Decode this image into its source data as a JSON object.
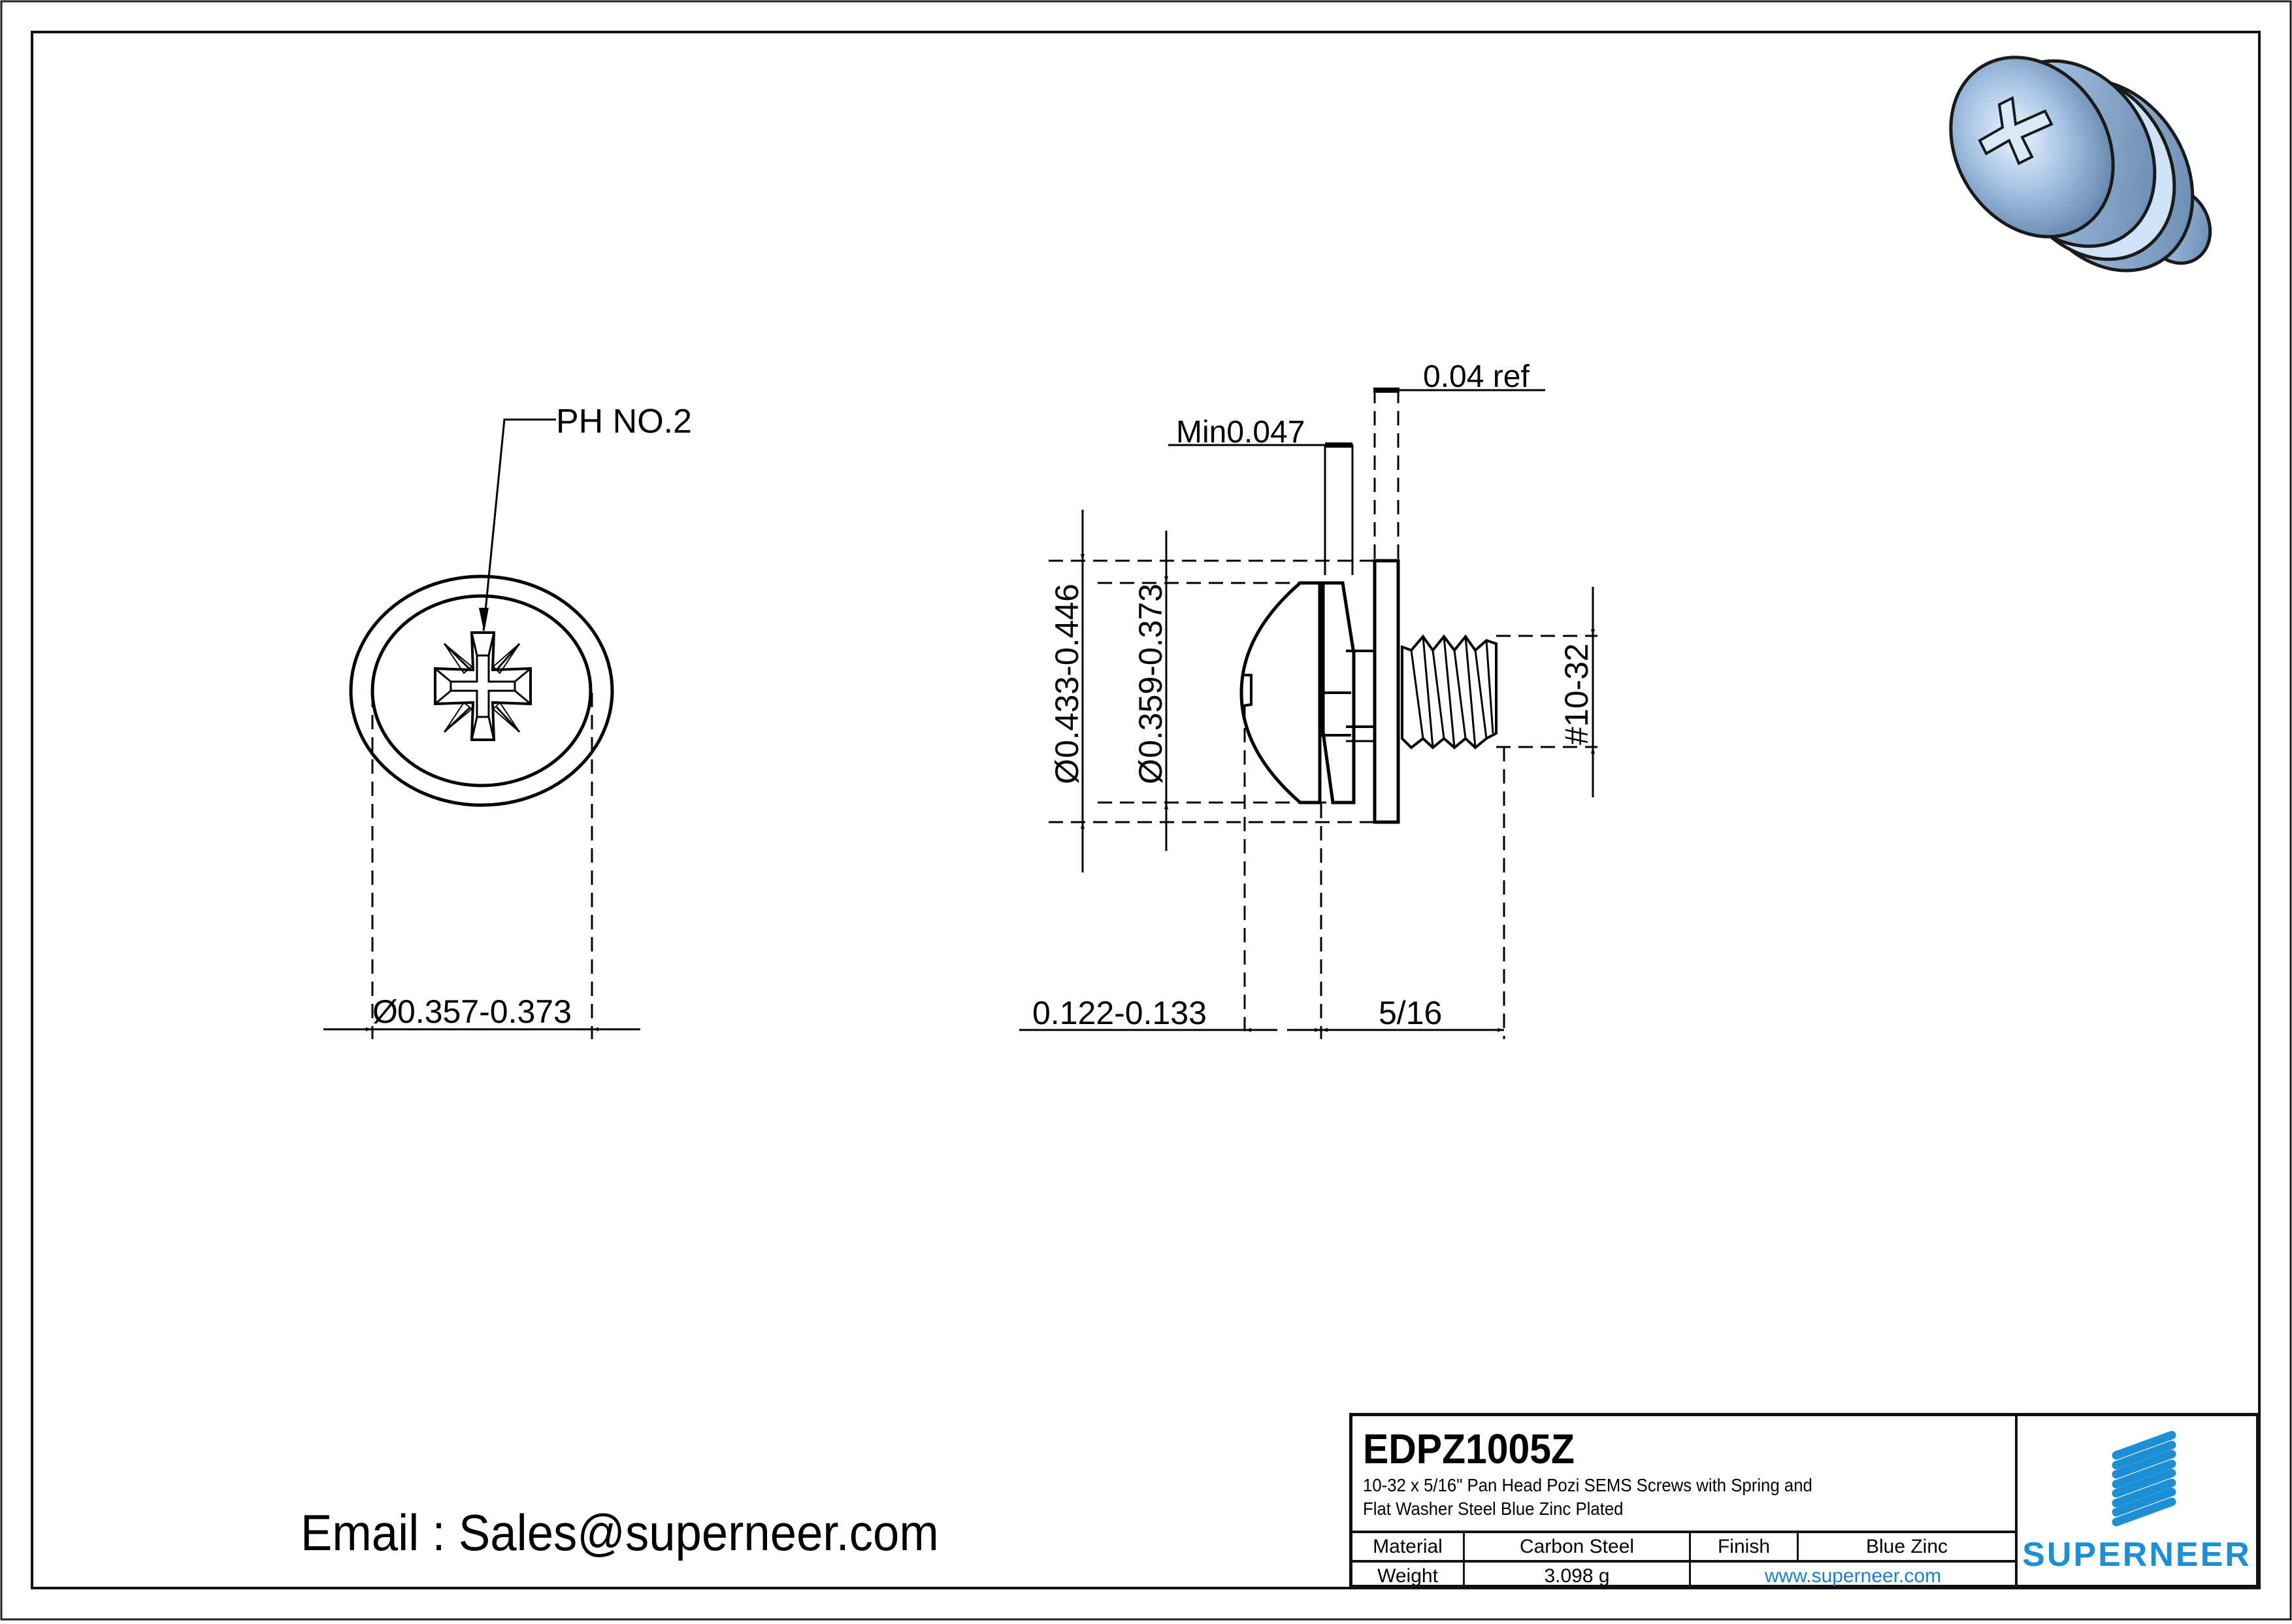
{
  "drawing": {
    "part_number": "EDPZ1005Z",
    "description_line1": "10-32 x 5/16\" Pan Head Pozi SEMS Screws with Spring and",
    "description_line2": "Flat Washer Steel Blue Zinc Plated",
    "table": {
      "material_label": "Material",
      "material_value": "Carbon Steel",
      "finish_label": "Finish",
      "finish_value": "Blue Zinc",
      "weight_label": "Weight",
      "weight_value": "3.098 g",
      "website": "www.superneer.com"
    },
    "brand": {
      "name": "SUPERNEER",
      "color": "#1d8fd6",
      "logo_icon": "diagonal-stripes-logo"
    },
    "email_text": "Email : Sales@superneer.com"
  },
  "views": {
    "top_view": {
      "drive_callout": "PH NO.2",
      "head_diameter": "0.357-0.373",
      "diameter_symbol": "Ø"
    },
    "side_view": {
      "flat_washer_od": "0.433-0.446",
      "head_diameter": "0.359-0.373",
      "spring_washer_thickness": "Min0.047",
      "flat_washer_thickness": "0.04 ref",
      "thread": "#10-32",
      "head_height": "0.122-0.133",
      "length": "5/16"
    },
    "iso_view": {
      "render": "3d-screw-render",
      "color": "#a9c6e6"
    }
  }
}
